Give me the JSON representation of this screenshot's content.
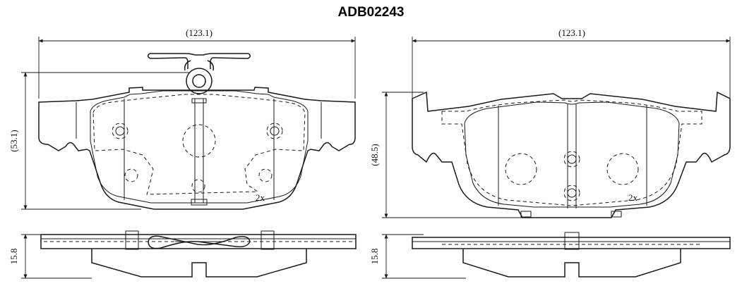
{
  "title": "ADB02243",
  "left_view": {
    "width_dim": "(123.1)",
    "height_dim": "(53.1)",
    "thickness_dim": "15.8",
    "qty_label": "2x"
  },
  "right_view": {
    "width_dim": "(123.1)",
    "height_dim": "(48.5)",
    "thickness_dim": "15.8",
    "qty_label": "2x"
  }
}
